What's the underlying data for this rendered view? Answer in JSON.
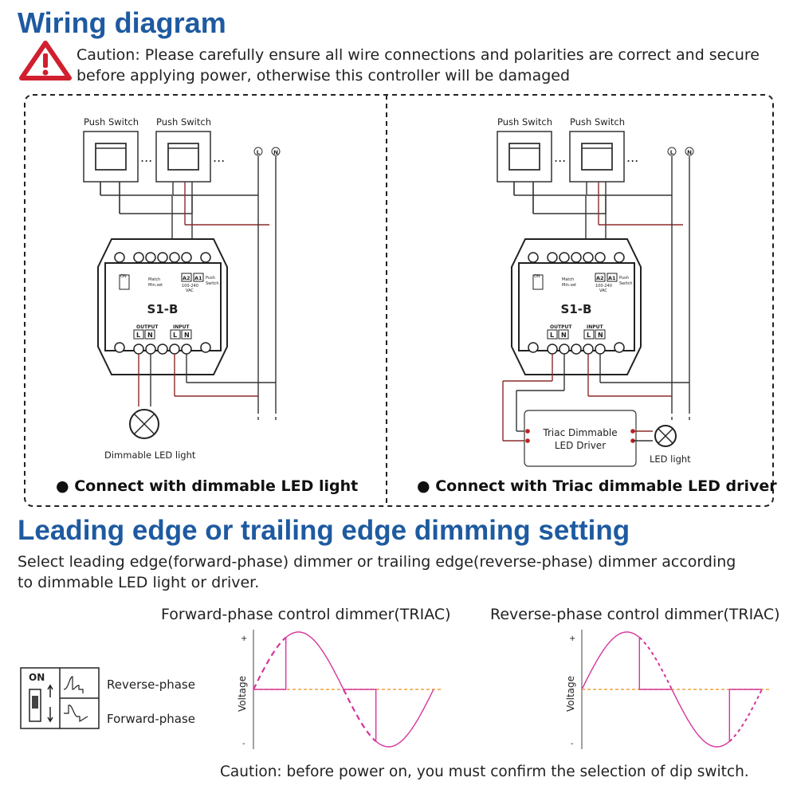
{
  "wiring": {
    "title": "Wiring diagram",
    "caution_line1": "Caution: Please carefully ensure all wire connections and polarities are correct and secure",
    "caution_line2": "before applying power, otherwise this controller will be damaged",
    "push_switch": "Push Switch",
    "dots": "...",
    "live": "L",
    "neutral": "N",
    "device_name": "S1-B",
    "output": "OUTPUT",
    "input": "INPUT",
    "term_l": "L",
    "term_n": "N",
    "a2": "A2",
    "a1": "A1",
    "on": "ON",
    "match": "Match",
    "min_set": "Min.set",
    "volt_range": "100-240",
    "vac": "VAC",
    "push": "Push",
    "switch": "Switch",
    "left": {
      "load_label": "Dimmable LED light",
      "caption": "Connect with dimmable LED light"
    },
    "right": {
      "driver_line1": "Triac Dimmable",
      "driver_line2": "LED Driver",
      "load_label": "LED light",
      "caption": "Connect with Triac dimmable LED driver"
    }
  },
  "dimming": {
    "title": "Leading edge or trailing edge dimming setting",
    "intro_line1": "Select leading edge(forward-phase) dimmer or trailing edge(reverse-phase) dimmer according",
    "intro_line2": "to dimmable LED light or driver.",
    "forward_title": "Forward-phase control dimmer(TRIAC)",
    "reverse_title": "Reverse-phase control dimmer(TRIAC)",
    "voltage": "Voltage",
    "plus": "+",
    "minus": "-",
    "switch_on": "ON",
    "reverse_label": "Reverse-phase",
    "forward_label": "Forward-phase",
    "bottom_caution": "Caution: before power on, you must confirm the selection of dip switch."
  },
  "colors": {
    "title_blue": "#1e5aa0",
    "warning_red": "#d0202f",
    "wave_magenta": "#d6359c",
    "zero_orange": "#f0a040",
    "wire_red": "#8b2a2a"
  }
}
